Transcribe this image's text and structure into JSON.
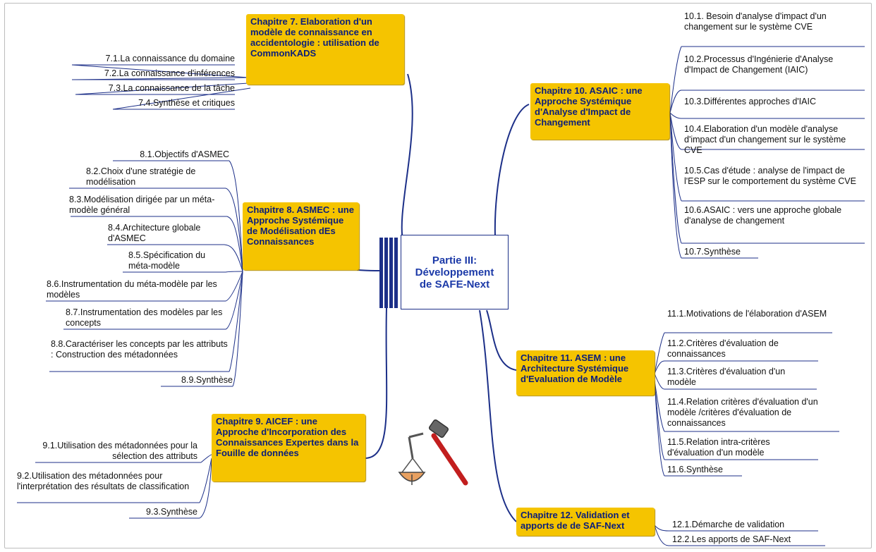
{
  "center": {
    "title": "Partie III:\nDéveloppement\nde SAFE-Next"
  },
  "chapters": {
    "ch7": {
      "title": "Chapitre 7. Elaboration d'un modèle de connaissance en accidentologie : utilisation de CommonKADS",
      "items": [
        "7.1.La connaissance du domaine",
        "7.2.La connaissance d'inférences",
        "7.3.La connaissance de la tâche",
        "7.4.Synthèse et critiques"
      ]
    },
    "ch8": {
      "title": "Chapitre 8. ASMEC : une Approche Systémique de Modélisation dEs Connaissances",
      "items": [
        "8.1.Objectifs d'ASMEC",
        "8.2.Choix d'une stratégie de modélisation",
        "8.3.Modélisation dirigée par un méta-modèle général",
        "8.4.Architecture globale d'ASMEC",
        "8.5.Spécification du méta-modèle",
        "8.6.Instrumentation du méta-modèle par les modèles",
        "8.7.Instrumentation des modèles par les concepts",
        "8.8.Caractériser les concepts par les attributs : Construction des métadonnées",
        "8.9.Synthèse"
      ]
    },
    "ch9": {
      "title": "Chapitre 9. AICEF : une Approche d'Incorporation des Connaissances Expertes dans la Fouille de données",
      "items": [
        "9.1.Utilisation des métadonnées pour la sélection des attributs",
        "9.2.Utilisation des métadonnées pour l'interprétation des résultats de classification",
        "9.3.Synthèse"
      ]
    },
    "ch10": {
      "title": "Chapitre 10. ASAIC : une Approche Systémique d'Analyse d'Impact de Changement",
      "items": [
        "10.1. Besoin d'analyse d'impact d'un changement sur le système CVE",
        "10.2.Processus d'Ingénierie d'Analyse d'Impact de Changement (IAIC)",
        "10.3.Différentes approches d'IAIC",
        "10.4.Elaboration d'un modèle d'analyse d'impact d'un changement sur le système CVE",
        "10.5.Cas d'étude : analyse de l'impact de l'ESP sur le comportement du système CVE",
        "10.6.ASAIC : vers une approche globale d'analyse de changement",
        "10.7.Synthèse"
      ]
    },
    "ch11": {
      "title": "Chapitre 11. ASEM : une Architecture Systémique d'Evaluation de Modèle",
      "items": [
        "11.1.Motivations de l'élaboration d'ASEM",
        "11.2.Critères d'évaluation de connaissances",
        "11.3.Critères d'évaluation d'un modèle",
        "11.4.Relation critères d'évaluation d'un modèle /critères d'évaluation de connaissances",
        "11.5.Relation intra-critères d'évaluation d'un modèle",
        "11.6.Synthèse"
      ]
    },
    "ch12": {
      "title": "Chapitre 12. Validation et apports de de SAF-Next",
      "items": [
        "12.1.Démarche de validation",
        "12.2.Les apports de SAF-Next"
      ]
    }
  },
  "colors": {
    "chapter_fill": "#f5c400",
    "chapter_text": "#0b1e7a",
    "link": "#1c2f88",
    "center_text": "#1c3aa8"
  },
  "icons": [
    "center-bars-icon",
    "hammer-and-scale-icon"
  ]
}
